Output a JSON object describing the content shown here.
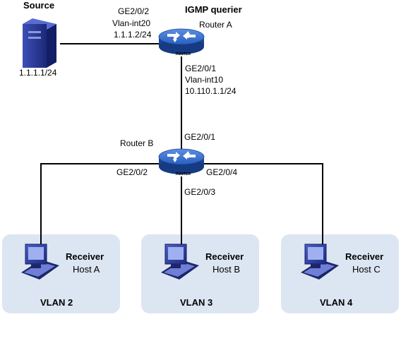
{
  "source": {
    "title": "Source",
    "ip": "1.1.1.1/24"
  },
  "router_a": {
    "role": "IGMP querier",
    "name": "Router A",
    "icon_label": "ROUTER",
    "port_west": [
      "GE2/0/2",
      "Vlan-int20",
      "1.1.1.2/24"
    ],
    "port_south": [
      "GE2/0/1",
      "Vlan-int10",
      "10.110.1.1/24"
    ]
  },
  "router_b": {
    "name": "Router B",
    "icon_label": "ROUTER",
    "port_north": "GE2/0/1",
    "port_west": "GE2/0/2",
    "port_east": "GE2/0/4",
    "port_south": "GE2/0/3"
  },
  "vlans": [
    {
      "role": "Receiver",
      "host": "Host A",
      "vlan": "VLAN 2"
    },
    {
      "role": "Receiver",
      "host": "Host B",
      "vlan": "VLAN 3"
    },
    {
      "role": "Receiver",
      "host": "Host C",
      "vlan": "VLAN 4"
    }
  ],
  "colors": {
    "line": "#000000",
    "vlan_box": "#dce6f2",
    "router_body": "#2a62c4",
    "server_body": "#2c3a9a"
  }
}
